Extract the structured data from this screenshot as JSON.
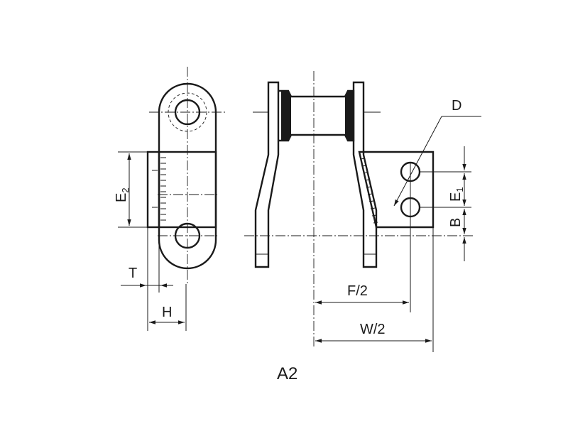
{
  "labels": {
    "D": "D",
    "E1_main": "E",
    "E1_sub": "1",
    "E2_main": "E",
    "E2_sub": "2",
    "B": "B",
    "T": "T",
    "H": "H",
    "F_half": "F/2",
    "W_half": "W/2"
  },
  "caption": "A2"
}
